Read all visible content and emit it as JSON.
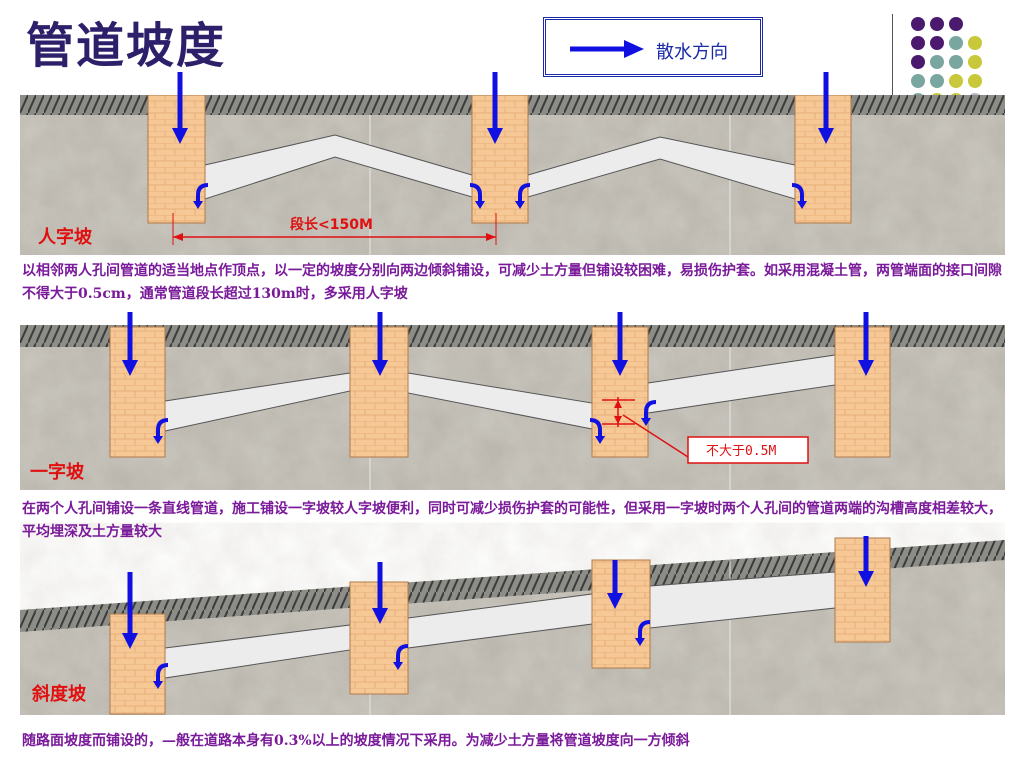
{
  "page_title": "管道坡度",
  "legend": {
    "label": "散水方向",
    "icon": "blue-arrow-right"
  },
  "panels": [
    {
      "name": "人字坡",
      "measure_label": "段长<150M",
      "description": "以相邻两人孔间管道的适当地点作顶点，以一定的坡度分别向两边倾斜铺设，可减少土方量但铺设较困难，易损伤护套。如采用混凝土管，两管端面的接口间隙不得大于0.5cm，通常管道段长超过130m时，多采用人字坡"
    },
    {
      "name": "一字坡",
      "measure_label": "不大于0.5M",
      "description": "在两个人孔间铺设一条直线管道，施工铺设一字坡较人字坡便利，同时可减少损伤护套的可能性，但采用一字坡时两个人孔间的管道两端的沟槽高度相差较大，平均埋深及土方量较大"
    },
    {
      "name": "斜度坡",
      "description": "随路面坡度而铺设的，—般在道路本身有0.3%以上的坡度情况下采用。为减少土方量将管道坡度向一方倾斜"
    }
  ],
  "colors": {
    "title": "#2e1f6b",
    "flow_arrow": "#1010e0",
    "label_red": "#e01010",
    "caption": "#7a1a9a",
    "brick": "#f6c896",
    "ground": "#b9b5ac"
  }
}
